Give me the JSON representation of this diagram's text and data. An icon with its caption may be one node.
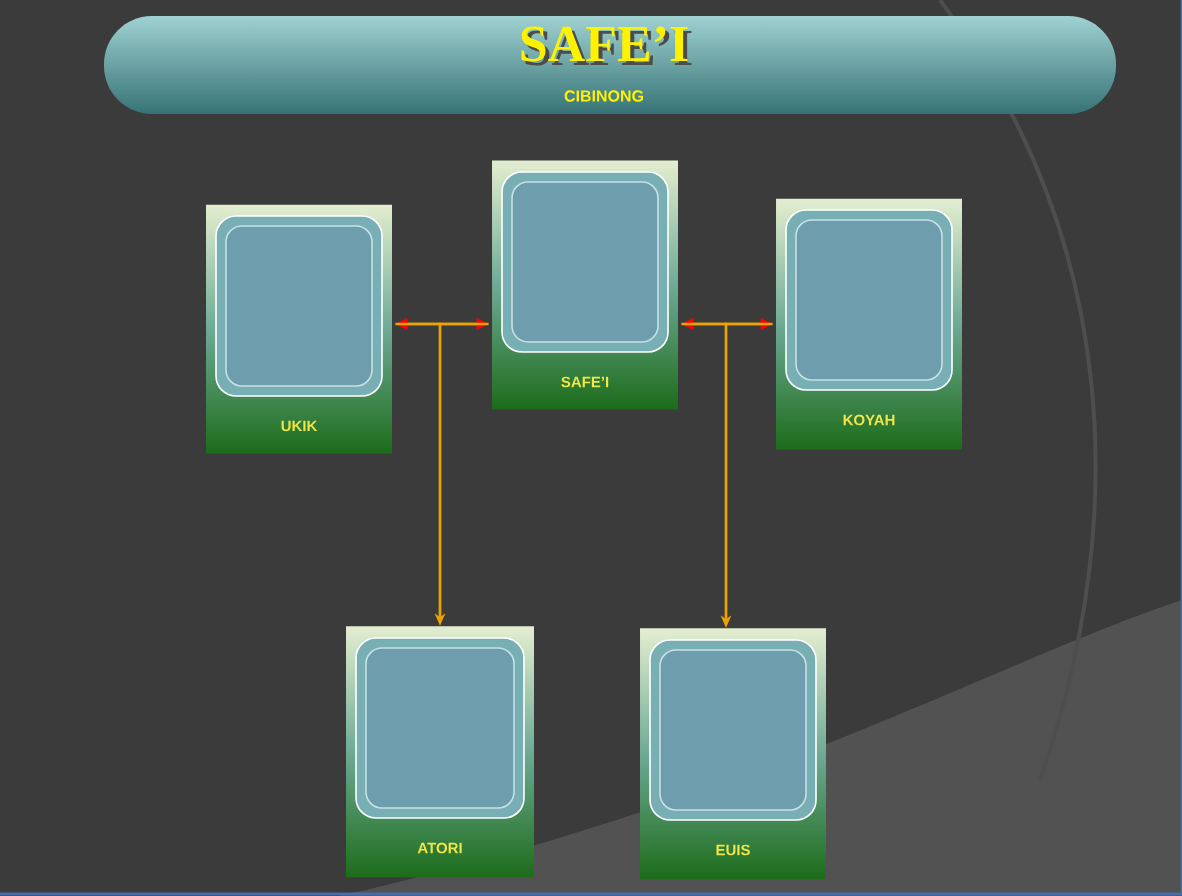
{
  "diagram": {
    "title": "SAFE’I",
    "nodes": [
      {
        "text": [
          "UKIK"
        ]
      },
      {
        "text": [
          "SAFE’I"
        ]
      },
      {
        "text": [
          "KOYAH"
        ]
      },
      {
        "text": [
          "ATORI"
        ]
      },
      {
        "text": [
          "EUIS"
        ]
      }
    ],
    "edges": [
      {
        "from": 0,
        "to": 1,
        "arrow": "both"
      },
      {
        "from": 1,
        "to": 2,
        "arrow": "both"
      },
      {
        "from": 0,
        "to": 3,
        "arrow": "to"
      },
      {
        "from": 1,
        "to": 3,
        "arrow": "to"
      },
      {
        "from": 1,
        "to": 4,
        "arrow": "to"
      },
      {
        "from": 2,
        "to": 4,
        "arrow": "to"
      }
    ],
    "labels": [
      "CIBINONG"
    ]
  }
}
